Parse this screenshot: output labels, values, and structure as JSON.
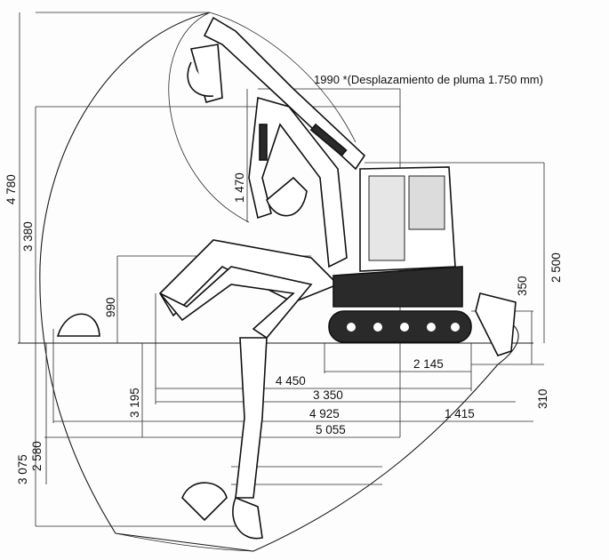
{
  "diagram": {
    "note": "1990 *(Desplazamiento de pluma 1.750 mm)",
    "dimensions": {
      "max_dig_reach_height": "4 780",
      "max_dump_height": "3 380",
      "dim_990": "990",
      "dim_1470": "1 470",
      "cab_height": "2 500",
      "blade_height": "350",
      "blade_depth": "310",
      "dim_2145": "2 145",
      "dim_4450": "4 450",
      "dim_3350": "3 350",
      "dim_4925": "4 925",
      "dim_1415": "1 415",
      "dim_5055": "5 055",
      "dim_3195": "3 195",
      "dim_2580": "2 580",
      "dim_3075": "3 075"
    }
  }
}
